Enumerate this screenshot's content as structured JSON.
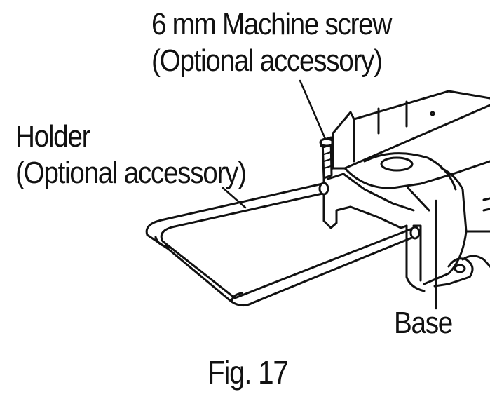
{
  "labels": {
    "screw_line1": "6 mm Machine screw",
    "screw_line2": "(Optional accessory)",
    "holder_line1": "Holder",
    "holder_line2": "(Optional accessory)",
    "base": "Base",
    "figure": "Fig. 17"
  }
}
